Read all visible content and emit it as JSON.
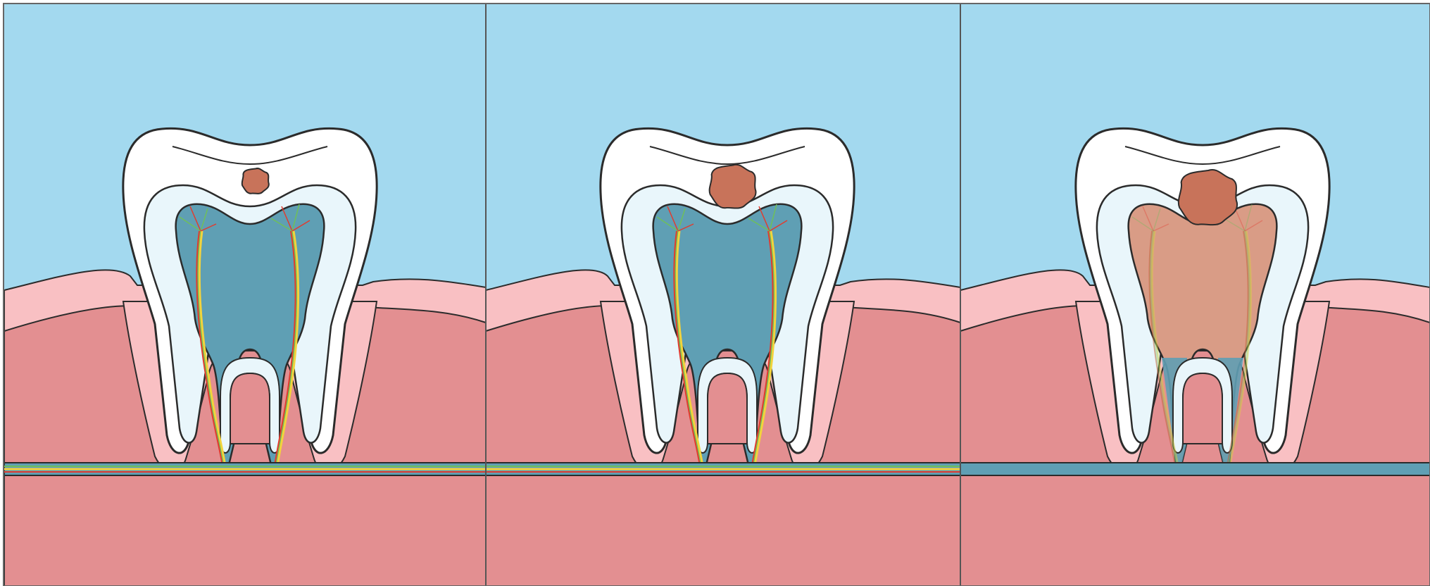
{
  "colors": {
    "sky": "#a3d9ef",
    "gum_light": "#f9c0c3",
    "gum_tissue": "#e38f91",
    "enamel": "#ffffff",
    "dentin": "#e9f6fb",
    "pulp_healthy": "#5f9fb4",
    "pulp_infected": "#d99c86",
    "decay": "#c8735a",
    "nerve_red": "#e23b2e",
    "nerve_yellow": "#f3d33c",
    "nerve_green": "#6fbf5a",
    "canal_line": "#5f9fb4",
    "outline": "#2b2b2b",
    "divider": "#555555"
  },
  "panels": [
    {
      "stage": 1,
      "decay_depth": "enamel",
      "decay_scale": 0.55,
      "pulp": "healthy",
      "nerve": "intact"
    },
    {
      "stage": 2,
      "decay_depth": "dentin",
      "decay_scale": 0.95,
      "pulp": "healthy",
      "nerve": "intact"
    },
    {
      "stage": 3,
      "decay_depth": "pulp",
      "decay_scale": 1.2,
      "pulp": "infected",
      "nerve": "faded"
    }
  ]
}
